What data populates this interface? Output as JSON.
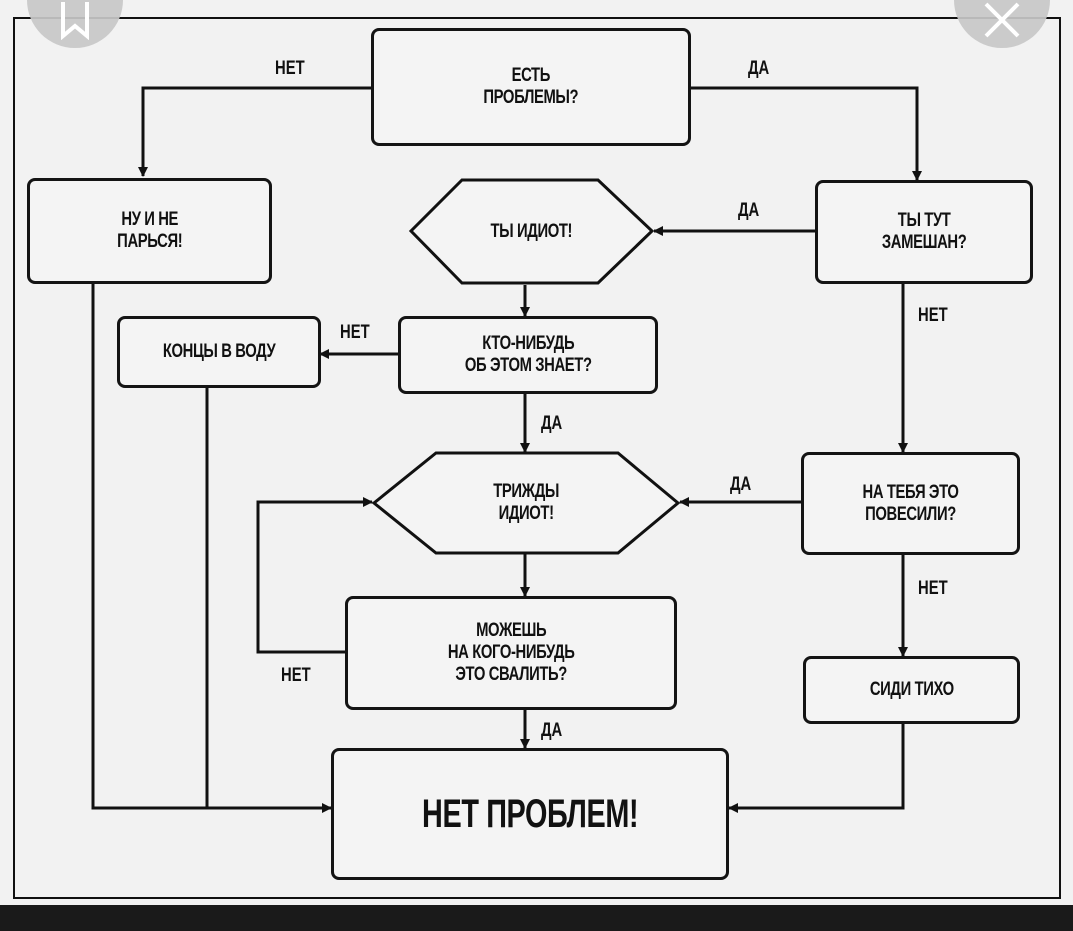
{
  "nodes": {
    "problems": "ЕСТЬ\nПРОБЛЕМЫ?",
    "dont_worry": "НУ И НЕ\nПАРЬСЯ!",
    "youre_idiot": "ТЫ ИДИОТ!",
    "involved": "ТЫ ТУТ\nЗАМЕШАН?",
    "bury_it": "КОНЦЫ В ВОДУ",
    "anyone_knows": "КТО-НИБУДЬ\nОБ ЭТОМ ЗНАЕТ?",
    "triple_idiot": "ТРИЖДЫ\nИДИОТ!",
    "blamed_on_you": "НА ТЕБЯ ЭТО\nПОВЕСИЛИ?",
    "blame_someone": "МОЖЕШЬ\nНА КОГО-НИБУДЬ\nЭТО СВАЛИТЬ?",
    "stay_quiet": "СИДИ ТИХО",
    "no_problem": "НЕТ ПРОБЛЕМ!"
  },
  "edge_labels": {
    "problems_no": "НЕТ",
    "problems_yes": "ДА",
    "involved_yes": "ДА",
    "involved_no": "НЕТ",
    "knows_no": "НЕТ",
    "knows_yes": "ДА",
    "blamed_yes": "ДА",
    "blamed_no": "НЕТ",
    "blame_no": "НЕТ",
    "blame_yes": "ДА"
  },
  "icons": {
    "top_left": "bookmark-icon",
    "top_right": "close-icon"
  },
  "colors": {
    "ink": "#111111",
    "paper": "#f2f2f2",
    "overlay": "#c8c8c8"
  }
}
